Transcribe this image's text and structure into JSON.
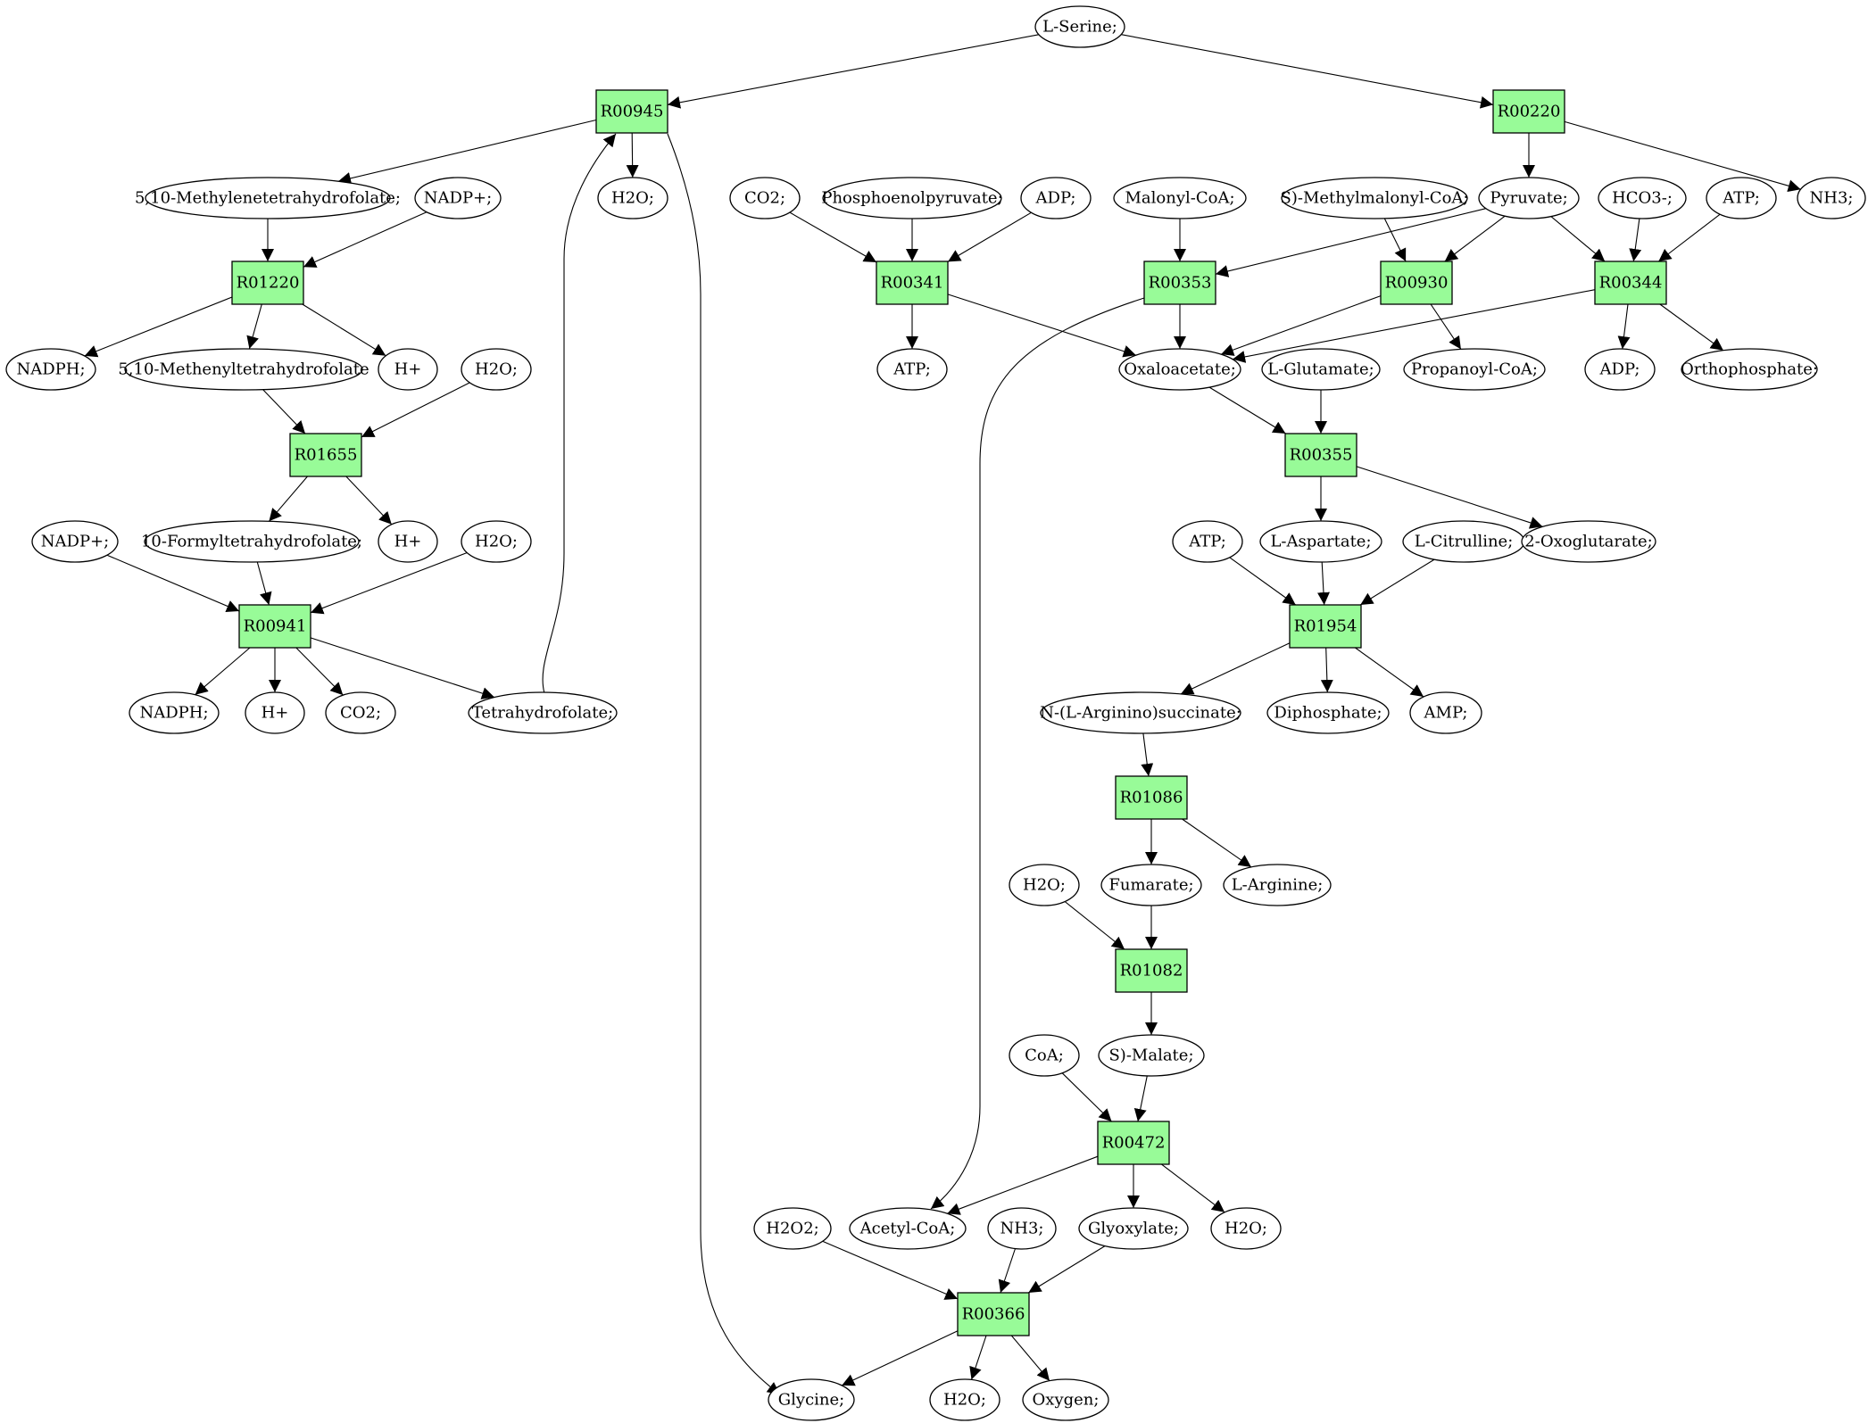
{
  "colors": {
    "reaction_fill": "#98fb98",
    "start_fill": "#00ff00",
    "end_fill": "#ffff00",
    "compound_fill": "#ffffff",
    "stroke": "#000000"
  },
  "nodes": [
    {
      "id": "L-Serine",
      "label": "L-Serine;",
      "kind": "start"
    },
    {
      "id": "R00945",
      "label": "R00945",
      "kind": "reaction"
    },
    {
      "id": "R00220",
      "label": "R00220",
      "kind": "reaction"
    },
    {
      "id": "MTHF",
      "label": "5,10-Methylenetetrahydrofolate;",
      "kind": "compound"
    },
    {
      "id": "NADPp1",
      "label": "NADP+;",
      "kind": "compound"
    },
    {
      "id": "H2O_1",
      "label": "H2O;",
      "kind": "compound"
    },
    {
      "id": "CO2_1",
      "label": "CO2;",
      "kind": "compound"
    },
    {
      "id": "PEP",
      "label": "Phosphoenolpyruvate;",
      "kind": "compound"
    },
    {
      "id": "ADP_1",
      "label": "ADP;",
      "kind": "compound"
    },
    {
      "id": "MalonylCoA",
      "label": "Malonyl-CoA;",
      "kind": "compound"
    },
    {
      "id": "SMMCoA",
      "label": "S)-Methylmalonyl-CoA;",
      "kind": "compound"
    },
    {
      "id": "Pyruvate",
      "label": "Pyruvate;",
      "kind": "compound"
    },
    {
      "id": "HCO3",
      "label": "HCO3-;",
      "kind": "compound"
    },
    {
      "id": "ATP_1",
      "label": "ATP;",
      "kind": "compound"
    },
    {
      "id": "NH3_1",
      "label": "NH3;",
      "kind": "compound"
    },
    {
      "id": "R01220",
      "label": "R01220",
      "kind": "reaction"
    },
    {
      "id": "R00341",
      "label": "R00341",
      "kind": "reaction"
    },
    {
      "id": "R00353",
      "label": "R00353",
      "kind": "reaction"
    },
    {
      "id": "R00930",
      "label": "R00930",
      "kind": "reaction"
    },
    {
      "id": "R00344",
      "label": "R00344",
      "kind": "reaction"
    },
    {
      "id": "NADPH_1",
      "label": "NADPH;",
      "kind": "compound"
    },
    {
      "id": "MenylTHF",
      "label": "5,10-Methenyltetrahydrofolate",
      "kind": "compound"
    },
    {
      "id": "Hp1",
      "label": "H+",
      "kind": "compound"
    },
    {
      "id": "H2O_2",
      "label": "H2O;",
      "kind": "compound"
    },
    {
      "id": "ATP_2",
      "label": "ATP;",
      "kind": "compound"
    },
    {
      "id": "Oxaloacetate",
      "label": "Oxaloacetate;",
      "kind": "compound"
    },
    {
      "id": "LGlutamate",
      "label": "L-Glutamate;",
      "kind": "compound"
    },
    {
      "id": "PropanoylCoA",
      "label": "Propanoyl-CoA;",
      "kind": "compound"
    },
    {
      "id": "ADP_2",
      "label": "ADP;",
      "kind": "compound"
    },
    {
      "id": "Orthophosphate",
      "label": "Orthophosphate;",
      "kind": "compound"
    },
    {
      "id": "R01655",
      "label": "R01655",
      "kind": "reaction"
    },
    {
      "id": "R00355",
      "label": "R00355",
      "kind": "reaction"
    },
    {
      "id": "NADPp2",
      "label": "NADP+;",
      "kind": "compound"
    },
    {
      "id": "FormylTHF",
      "label": "10-Formyltetrahydrofolate;",
      "kind": "compound"
    },
    {
      "id": "Hp2",
      "label": "H+",
      "kind": "compound"
    },
    {
      "id": "H2O_3",
      "label": "H2O;",
      "kind": "compound"
    },
    {
      "id": "ATP_3",
      "label": "ATP;",
      "kind": "compound"
    },
    {
      "id": "LAspartate",
      "label": "L-Aspartate;",
      "kind": "compound"
    },
    {
      "id": "LCitrulline",
      "label": "L-Citrulline;",
      "kind": "compound"
    },
    {
      "id": "Oxoglutarate",
      "label": "2-Oxoglutarate;",
      "kind": "compound"
    },
    {
      "id": "R00941",
      "label": "R00941",
      "kind": "reaction"
    },
    {
      "id": "R01954",
      "label": "R01954",
      "kind": "reaction"
    },
    {
      "id": "NADPH_2",
      "label": "NADPH;",
      "kind": "compound"
    },
    {
      "id": "Hp3",
      "label": "H+",
      "kind": "compound"
    },
    {
      "id": "CO2_2",
      "label": "CO2;",
      "kind": "compound"
    },
    {
      "id": "THF",
      "label": "Tetrahydrofolate;",
      "kind": "compound"
    },
    {
      "id": "Argsucc",
      "label": "N-(L-Arginino)succinate;",
      "kind": "compound"
    },
    {
      "id": "Diphosphate",
      "label": "Diphosphate;",
      "kind": "compound"
    },
    {
      "id": "AMP",
      "label": "AMP;",
      "kind": "compound"
    },
    {
      "id": "R01086",
      "label": "R01086",
      "kind": "reaction"
    },
    {
      "id": "H2O_4",
      "label": "H2O;",
      "kind": "compound"
    },
    {
      "id": "Fumarate",
      "label": "Fumarate;",
      "kind": "compound"
    },
    {
      "id": "LArginine",
      "label": "L-Arginine;",
      "kind": "compound"
    },
    {
      "id": "R01082",
      "label": "R01082",
      "kind": "reaction"
    },
    {
      "id": "CoA",
      "label": "CoA;",
      "kind": "compound"
    },
    {
      "id": "SMalate",
      "label": "S)-Malate;",
      "kind": "compound"
    },
    {
      "id": "R00472",
      "label": "R00472",
      "kind": "reaction"
    },
    {
      "id": "H2O2",
      "label": "H2O2;",
      "kind": "compound"
    },
    {
      "id": "AcetylCoA",
      "label": "Acetyl-CoA;",
      "kind": "compound"
    },
    {
      "id": "NH3_2",
      "label": "NH3;",
      "kind": "compound"
    },
    {
      "id": "Glyoxylate",
      "label": "Glyoxylate;",
      "kind": "compound"
    },
    {
      "id": "H2O_5",
      "label": "H2O;",
      "kind": "compound"
    },
    {
      "id": "R00366",
      "label": "R00366",
      "kind": "reaction"
    },
    {
      "id": "Glycine",
      "label": "Glycine;",
      "kind": "end"
    },
    {
      "id": "H2O_6",
      "label": "H2O;",
      "kind": "compound"
    },
    {
      "id": "Oxygen",
      "label": "Oxygen;",
      "kind": "compound"
    }
  ],
  "edges": [
    [
      "L-Serine",
      "R00945"
    ],
    [
      "L-Serine",
      "R00220"
    ],
    [
      "R00945",
      "MTHF"
    ],
    [
      "R00945",
      "H2O_1"
    ],
    [
      "R00945",
      "Glycine"
    ],
    [
      "R00220",
      "Pyruvate"
    ],
    [
      "R00220",
      "NH3_1"
    ],
    [
      "MTHF",
      "R01220"
    ],
    [
      "NADPp1",
      "R01220"
    ],
    [
      "R01220",
      "NADPH_1"
    ],
    [
      "R01220",
      "MenylTHF"
    ],
    [
      "R01220",
      "Hp1"
    ],
    [
      "MenylTHF",
      "R01655"
    ],
    [
      "H2O_2",
      "R01655"
    ],
    [
      "R01655",
      "FormylTHF"
    ],
    [
      "R01655",
      "Hp2"
    ],
    [
      "NADPp2",
      "R00941"
    ],
    [
      "FormylTHF",
      "R00941"
    ],
    [
      "H2O_3",
      "R00941"
    ],
    [
      "R00941",
      "NADPH_2"
    ],
    [
      "R00941",
      "Hp3"
    ],
    [
      "R00941",
      "CO2_2"
    ],
    [
      "R00941",
      "THF"
    ],
    [
      "THF",
      "R00945"
    ],
    [
      "CO2_1",
      "R00341"
    ],
    [
      "PEP",
      "R00341"
    ],
    [
      "ADP_1",
      "R00341"
    ],
    [
      "R00341",
      "ATP_2"
    ],
    [
      "R00341",
      "Oxaloacetate"
    ],
    [
      "MalonylCoA",
      "R00353"
    ],
    [
      "Pyruvate",
      "R00353"
    ],
    [
      "R00353",
      "Oxaloacetate"
    ],
    [
      "R00353",
      "AcetylCoA"
    ],
    [
      "SMMCoA",
      "R00930"
    ],
    [
      "Pyruvate",
      "R00930"
    ],
    [
      "R00930",
      "Oxaloacetate"
    ],
    [
      "R00930",
      "PropanoylCoA"
    ],
    [
      "Pyruvate",
      "R00344"
    ],
    [
      "HCO3",
      "R00344"
    ],
    [
      "ATP_1",
      "R00344"
    ],
    [
      "R00344",
      "Oxaloacetate"
    ],
    [
      "R00344",
      "ADP_2"
    ],
    [
      "R00344",
      "Orthophosphate"
    ],
    [
      "Oxaloacetate",
      "R00355"
    ],
    [
      "LGlutamate",
      "R00355"
    ],
    [
      "R00355",
      "LAspartate"
    ],
    [
      "R00355",
      "Oxoglutarate"
    ],
    [
      "ATP_3",
      "R01954"
    ],
    [
      "LAspartate",
      "R01954"
    ],
    [
      "LCitrulline",
      "R01954"
    ],
    [
      "R01954",
      "Argsucc"
    ],
    [
      "R01954",
      "Diphosphate"
    ],
    [
      "R01954",
      "AMP"
    ],
    [
      "Argsucc",
      "R01086"
    ],
    [
      "R01086",
      "Fumarate"
    ],
    [
      "R01086",
      "LArginine"
    ],
    [
      "H2O_4",
      "R01082"
    ],
    [
      "Fumarate",
      "R01082"
    ],
    [
      "R01082",
      "SMalate"
    ],
    [
      "CoA",
      "R00472"
    ],
    [
      "SMalate",
      "R00472"
    ],
    [
      "R00472",
      "AcetylCoA"
    ],
    [
      "R00472",
      "Glyoxylate"
    ],
    [
      "R00472",
      "H2O_5"
    ],
    [
      "H2O2",
      "R00366"
    ],
    [
      "NH3_2",
      "R00366"
    ],
    [
      "Glyoxylate",
      "R00366"
    ],
    [
      "R00366",
      "Glycine"
    ],
    [
      "R00366",
      "H2O_6"
    ],
    [
      "R00366",
      "Oxygen"
    ]
  ]
}
